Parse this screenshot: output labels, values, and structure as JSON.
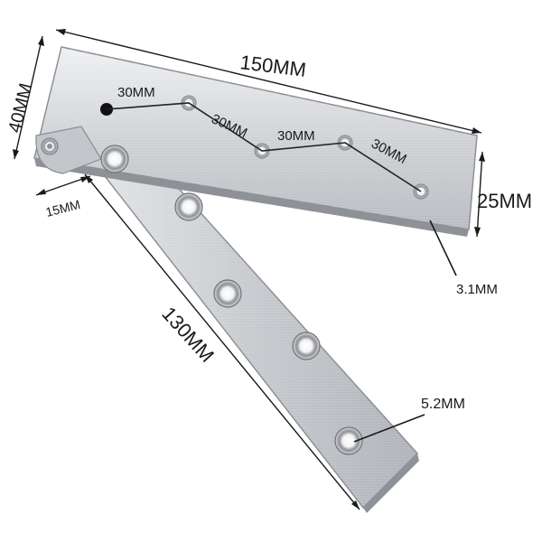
{
  "colors": {
    "background": "#ffffff",
    "metal_light": "#e7e8ea",
    "metal_mid": "#c9cbcf",
    "metal_dark": "#9a9da2",
    "edge": "#7f8287",
    "ink": "#1a1a1a"
  },
  "dimensions": {
    "top_length": "150MM",
    "side_height": "40MM",
    "end_width": "25MM",
    "thickness": "3.1MM",
    "offset": "15MM",
    "lower_length": "130MM",
    "hole_diameter": "5.2MM"
  },
  "hole_pitch": [
    "30MM",
    "30MM",
    "30MM",
    "30MM"
  ]
}
